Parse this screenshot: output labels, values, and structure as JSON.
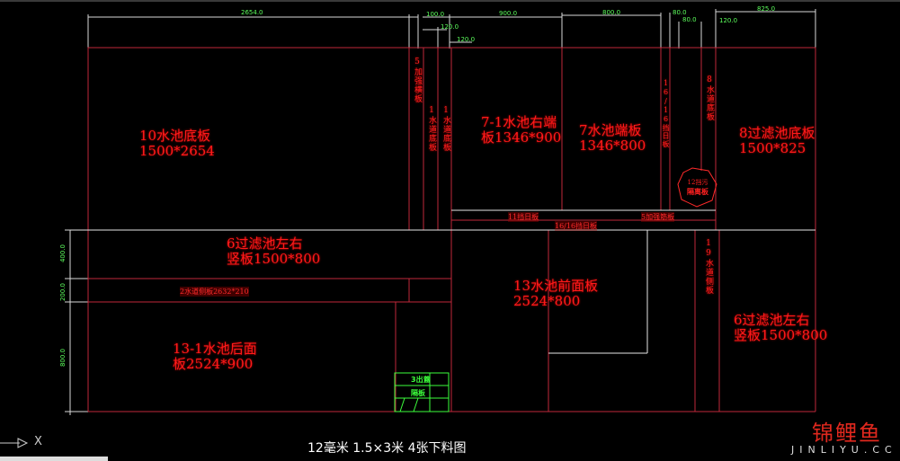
{
  "drawing": {
    "caption": "12毫米 1.5×3米 4张下料图",
    "axis_label": "X",
    "watermark": {
      "cn": "锦鲤鱼",
      "en": "JINLIYU.CC"
    }
  },
  "dimensions_top": [
    {
      "id": "d1",
      "text": "2654.0"
    },
    {
      "id": "d2",
      "text": "100.0"
    },
    {
      "id": "d3",
      "text": "120.0"
    },
    {
      "id": "d4",
      "text": "120.0"
    },
    {
      "id": "d5",
      "text": "900.0"
    },
    {
      "id": "d6",
      "text": "800.0"
    },
    {
      "id": "d7",
      "text": "80.0"
    },
    {
      "id": "d8",
      "text": "80.0"
    },
    {
      "id": "d9",
      "text": "120.0"
    },
    {
      "id": "d10",
      "text": "825.0"
    }
  ],
  "dimensions_left": [
    {
      "id": "l1",
      "text": "400.0"
    },
    {
      "id": "l2",
      "text": "200.0"
    },
    {
      "id": "l3",
      "text": "800.0"
    }
  ],
  "panels": {
    "p10": {
      "line1": "10水池底板",
      "line2": "1500*2654"
    },
    "p71": {
      "line1": "7-1水池右端",
      "line2": "板1346*900"
    },
    "p7": {
      "line1": "7水池端板",
      "line2": "1346*800"
    },
    "p8": {
      "line1": "8过滤池底板",
      "line2": "1500*825"
    },
    "p6a": {
      "line1": "6过滤池左右",
      "line2": "竖板1500*800"
    },
    "p131": {
      "line1": "13-1水池后面",
      "line2": "板2524*900"
    },
    "p13": {
      "line1": "13水池前面板",
      "line2": "2524*800"
    },
    "p6b": {
      "line1": "6过滤池左右",
      "line2": "竖板1500*800"
    }
  },
  "vertical_labels": {
    "v5": "5加强横板",
    "v1a": "1水道底板",
    "v1b": "1水道底板",
    "v16": "16/16挡日板",
    "v9": "8水道底板",
    "v19": "19水道侧板"
  },
  "strip_labels": {
    "s11": "11挡日板",
    "s16": "16/16挡日板",
    "s5": "5加强筋板",
    "s2": "2水道侧板2632*210"
  },
  "badge": {
    "line1": "12挡污",
    "line2": "隔离板"
  },
  "green_box": {
    "line1": "3出蓋",
    "line2": "隔板"
  }
}
